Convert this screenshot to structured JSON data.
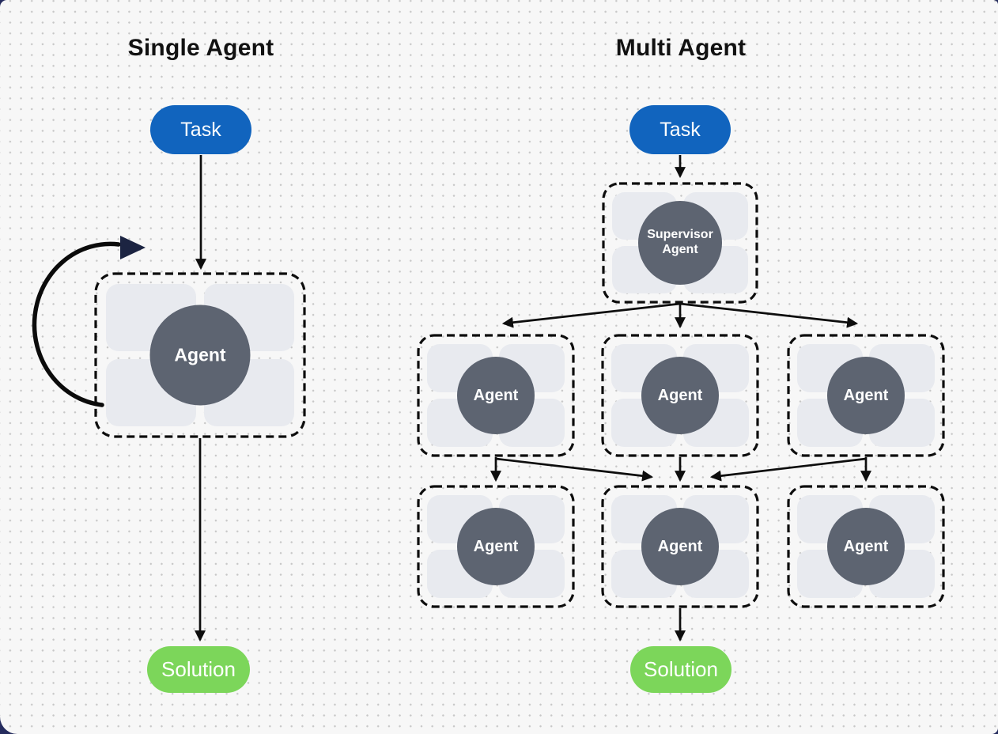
{
  "canvas": {
    "background": "#F7F7F7",
    "dot_color": "#C7C7C7",
    "frame_corner_color": "#252C5E"
  },
  "single_agent": {
    "title": "Single Agent",
    "task_label": "Task",
    "agent_label": "Agent",
    "solution_label": "Solution",
    "has_self_loop_arrow": true
  },
  "multi_agent": {
    "title": "Multi Agent",
    "task_label": "Task",
    "supervisor_label": "Supervisor Agent",
    "agents": [
      "Agent",
      "Agent",
      "Agent",
      "Agent",
      "Agent",
      "Agent"
    ],
    "solution_label": "Solution"
  },
  "colors": {
    "task_fill": "#1164BE",
    "solution_fill": "#7CD65A",
    "agent_circle_fill": "#5D6471",
    "module_tile_fill": "#E8EAEF",
    "dashed_border": "#0D0D0D",
    "arrow": "#0D0D0D",
    "loop_arrowhead": "#1C2442",
    "node_text": "#FFFFFF",
    "title_text": "#111111"
  }
}
